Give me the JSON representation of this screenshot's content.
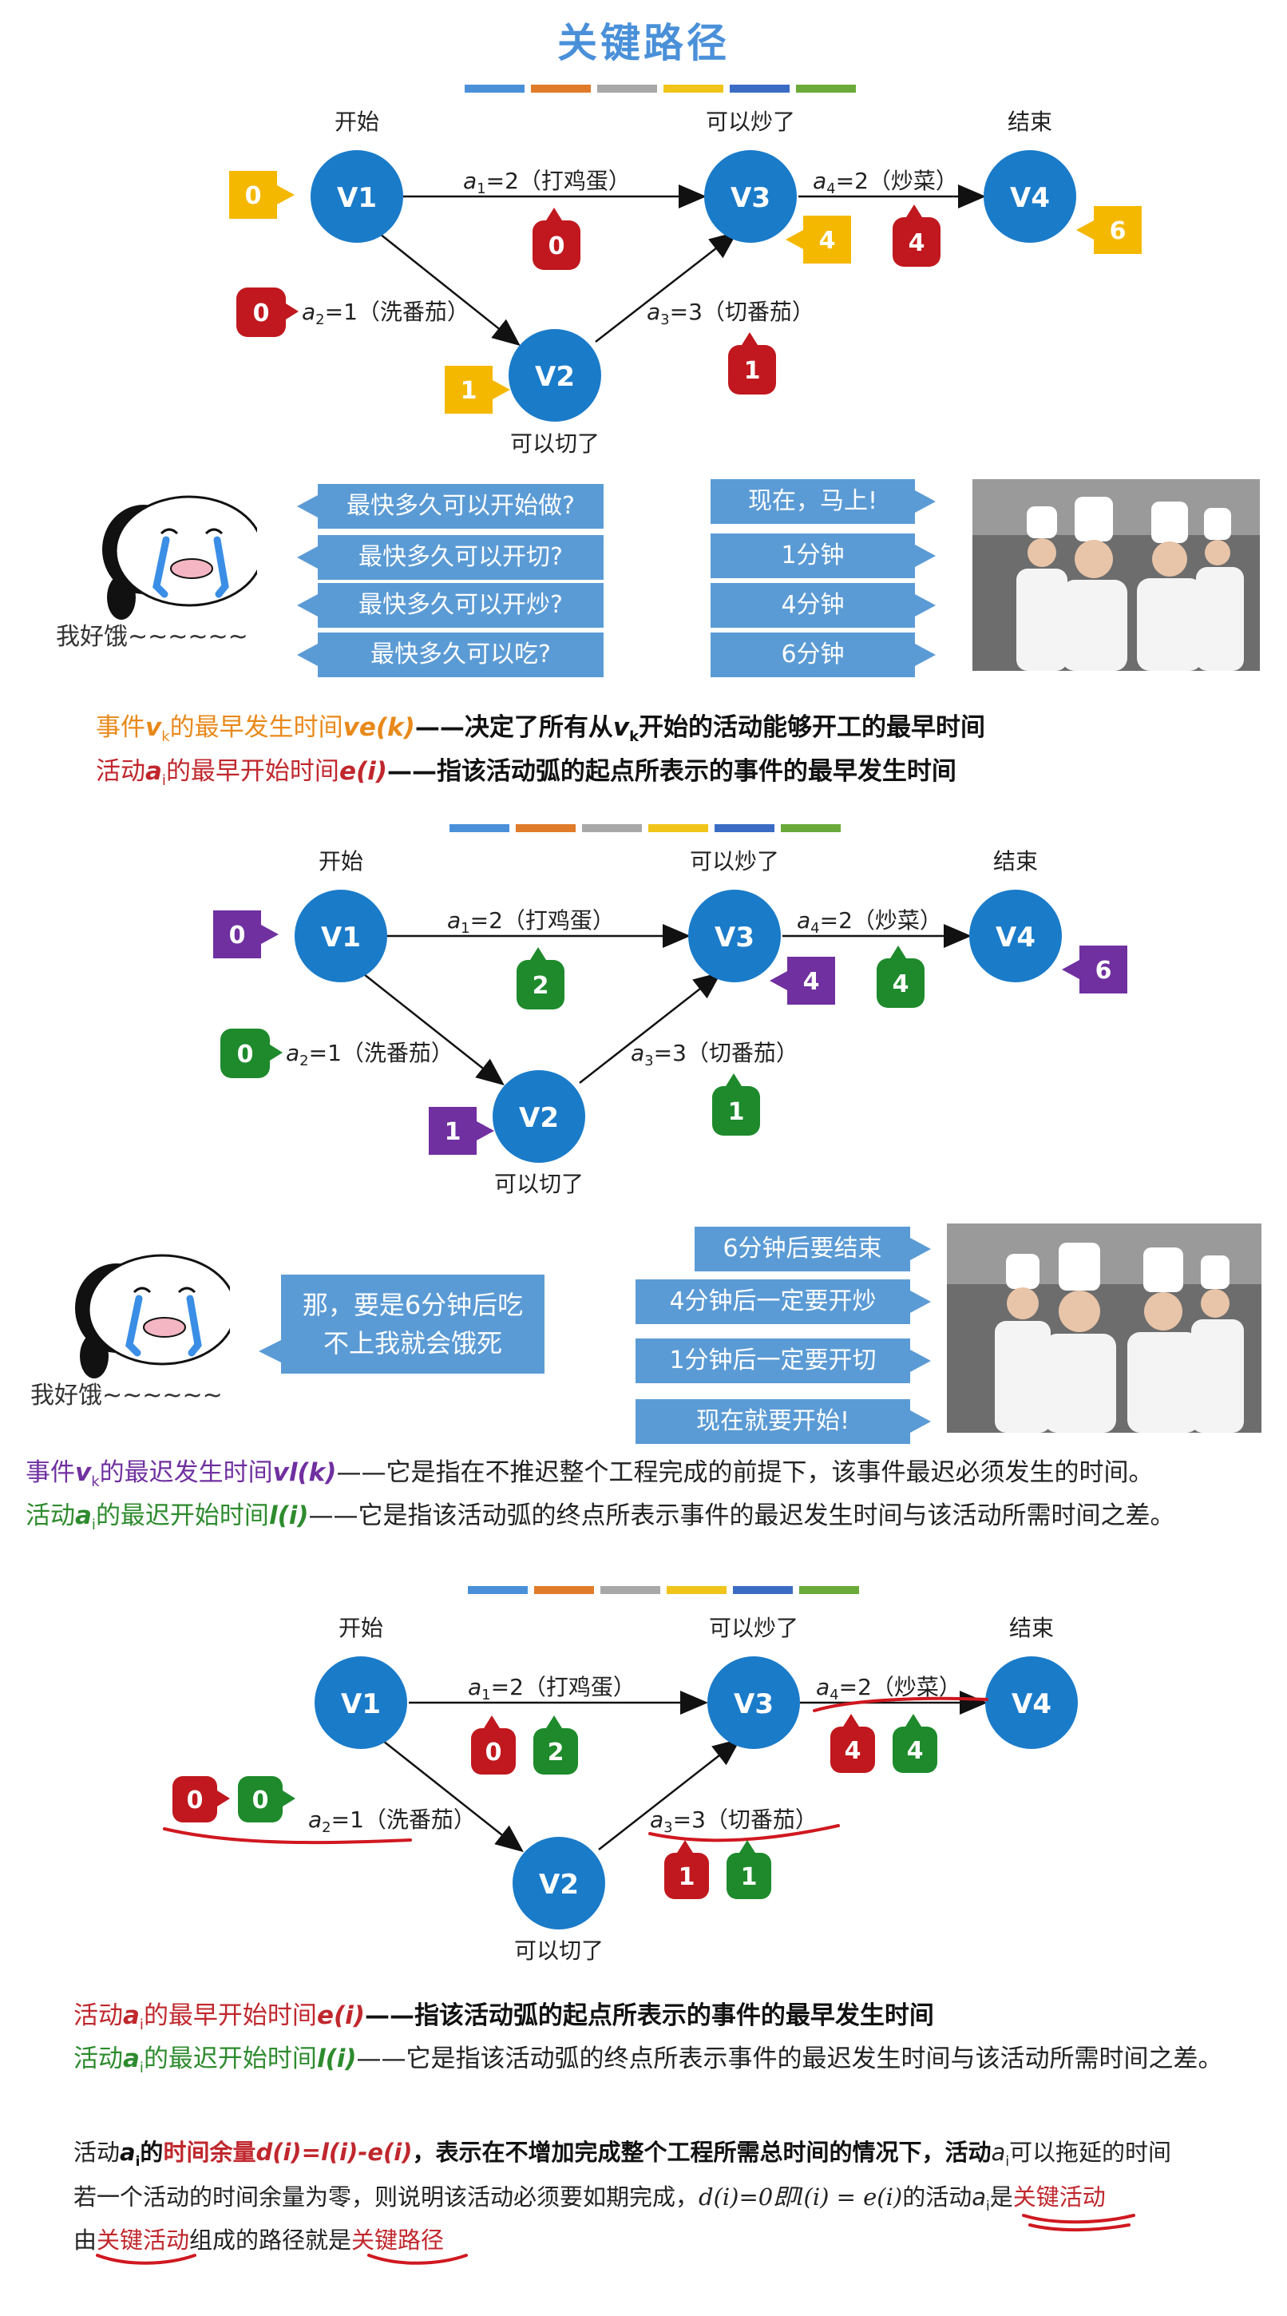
{
  "title": "关键路径",
  "colors": {
    "node": "#1a7bc9",
    "yellow": "#f5b800",
    "dark_red": "#c0181e",
    "purple": "#7030a0",
    "green": "#1e8a2c",
    "bubble": "#5b9bd5",
    "colorbar": [
      "#4a90d9",
      "#e07b2a",
      "#a8a8a8",
      "#f0c419",
      "#3b6cc4",
      "#6aaa3a"
    ]
  },
  "graph": {
    "nodes": [
      "V1",
      "V2",
      "V3",
      "V4"
    ],
    "captions": {
      "v1": "开始",
      "v2": "可以切了",
      "v3": "可以炒了",
      "v4": "结束"
    },
    "edges": {
      "a1_var": "a",
      "a1_sub": "1",
      "a1_rest": "=2（打鸡蛋）",
      "a2_var": "a",
      "a2_sub": "2",
      "a2_rest": "=1（洗番茄）",
      "a3_var": "a",
      "a3_sub": "3",
      "a3_rest": "=3（切番茄）",
      "a4_var": "a",
      "a4_sub": "4",
      "a4_rest": "=2（炒菜）"
    }
  },
  "section1": {
    "node_badges": {
      "v1": "0",
      "v2": "1",
      "v3": "4",
      "v4": "6"
    },
    "edge_badges": {
      "a1": "0",
      "a2": "0",
      "a3": "1",
      "a4": "4"
    },
    "questions": [
      "最快多久可以开始做?",
      "最快多久可以开切?",
      "最快多久可以开炒?",
      "最快多久可以吃?"
    ],
    "answers": [
      "现在，马上!",
      "1分钟",
      "4分钟",
      "6分钟"
    ],
    "ghost_caption": "我好饿~~~~~~",
    "def1": {
      "pre": "事件",
      "var": "v",
      "sub": "k",
      "mid": "的最早发生时间",
      "fn": "ve(k)",
      "post": "——决定了所有从",
      "var2": "v",
      "sub2": "k",
      "tail": "开始的活动能够开工的最早时间"
    },
    "def2": {
      "pre": "活动",
      "var": "a",
      "sub": "i",
      "mid": "的最早开始时间",
      "fn": "e(i)",
      "post": "——指该活动弧的起点所表示的事件的最早发生时间"
    }
  },
  "section2": {
    "node_badges": {
      "v1": "0",
      "v2": "1",
      "v3": "4",
      "v4": "6"
    },
    "edge_badges": {
      "a1": "2",
      "a2": "0",
      "a3": "1",
      "a4": "4"
    },
    "ghost_bubble_line1": "那，要是6分钟后吃",
    "ghost_bubble_line2": "不上我就会饿死",
    "ghost_caption": "我好饿~~~~~~",
    "chef_lines": [
      "6分钟后要结束",
      "4分钟后一定要开炒",
      "1分钟后一定要开切",
      "现在就要开始!"
    ],
    "def1": {
      "pre": "事件",
      "var": "v",
      "sub": "k",
      "mid": "的最迟发生时间",
      "fn": "vl(k)",
      "post": "——它是指在不推迟整个工程完成的前提下，该事件最迟必须发生的时间。"
    },
    "def2": {
      "pre": "活动",
      "var": "a",
      "sub": "i",
      "mid": "的最迟开始时间",
      "fn": "l(i)",
      "post": "——它是指该活动弧的终点所表示事件的最迟发生时间与该活动所需时间之差。"
    }
  },
  "section3": {
    "edge_badges_early": {
      "a1": "0",
      "a2": "0",
      "a3": "1",
      "a4": "4"
    },
    "edge_badges_late": {
      "a1": "2",
      "a2": "0",
      "a3": "1",
      "a4": "4"
    },
    "def1": {
      "pre": "活动",
      "var": "a",
      "sub": "i",
      "mid": "的最早开始时间",
      "fn": "e(i)",
      "post": "——指该活动弧的起点所表示的事件的最早发生时间"
    },
    "def2": {
      "pre": "活动",
      "var": "a",
      "sub": "i",
      "mid": "的最迟开始时间",
      "fn": "l(i)",
      "post": "——它是指该活动弧的终点所表示事件的最迟发生时间与该活动所需时间之差。"
    },
    "p1": {
      "pre": "活动",
      "var": "a",
      "sub": "i",
      "b1": "的",
      "red1": "时间余量",
      "red2": "d(i)=l(i)-e(i)",
      "post": "，表示在不增加完成整个工程所需总时间的情况下，活动",
      "var2": "a",
      "sub2": "i",
      "tail": "可以拖延的时间"
    },
    "p2": {
      "text": "若一个活动的时间余量为零，则说明该活动必须要如期完成，",
      "math": "d(i)=0即l(i) = e(i)",
      "mid": "的活动",
      "var": "a",
      "sub": "i",
      "b": "是",
      "red": "关键活动"
    },
    "p3": {
      "pre": "由",
      "red1": "关键活动",
      "mid": "组成的路径就是",
      "red2": "关键路径"
    }
  }
}
